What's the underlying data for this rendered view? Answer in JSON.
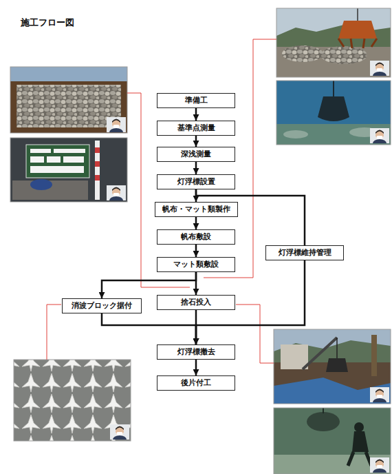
{
  "diagram": {
    "title": "施工フロー図",
    "nodes": [
      {
        "text": [
          "準備工"
        ]
      },
      {
        "text": [
          "基準点測量"
        ]
      },
      {
        "text": [
          "深浅測量"
        ]
      },
      {
        "text": [
          "灯浮標設置"
        ]
      },
      {
        "text": [
          "帆布・マット類製作"
        ]
      },
      {
        "text": [
          "帆布敷設"
        ]
      },
      {
        "text": [
          "灯浮標維持管理"
        ]
      },
      {
        "text": [
          "マット類敷設"
        ]
      },
      {
        "text": [
          "消波ブロック据付"
        ]
      },
      {
        "text": [
          "捨石投入"
        ]
      },
      {
        "text": [
          "灯浮標撤去"
        ]
      },
      {
        "text": [
          "後片付工"
        ]
      }
    ],
    "edges": [
      {
        "from": 0,
        "to": 1,
        "arrow": "to"
      },
      {
        "from": 1,
        "to": 2,
        "arrow": "to"
      },
      {
        "from": 2,
        "to": 3,
        "arrow": "to"
      },
      {
        "from": 3,
        "to": 4,
        "arrow": "to"
      },
      {
        "from": 4,
        "to": 5,
        "arrow": "to"
      },
      {
        "from": 5,
        "to": 7,
        "arrow": "to"
      },
      {
        "from": 7,
        "to": 8,
        "arrow": "to"
      },
      {
        "from": 7,
        "to": 9,
        "arrow": "to"
      },
      {
        "from": 3,
        "to": 6,
        "arrow": "none"
      },
      {
        "from": 6,
        "to": 10,
        "arrow": "to"
      },
      {
        "from": 8,
        "to": 10,
        "arrow": "to"
      },
      {
        "from": 9,
        "to": 10,
        "arrow": "to"
      },
      {
        "from": 10,
        "to": 11,
        "arrow": "to"
      }
    ]
  }
}
